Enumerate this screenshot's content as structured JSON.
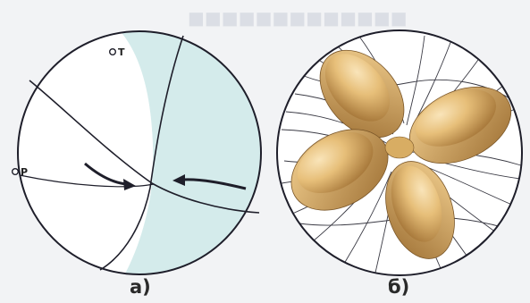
{
  "figure": {
    "panel_a": {
      "caption": "а)",
      "point_t_label": "T",
      "point_p_label": "P"
    },
    "panel_b": {
      "caption": "б)"
    }
  },
  "colors": {
    "background": "#f2f3f5",
    "sphere_fill": "#ffffff",
    "quadrant_shade": "#d5ecec",
    "line": "#1e1e2a",
    "lobe_light": "#f3d49a",
    "lobe_mid": "#ddb26b",
    "lobe_dark": "#b0843e"
  }
}
